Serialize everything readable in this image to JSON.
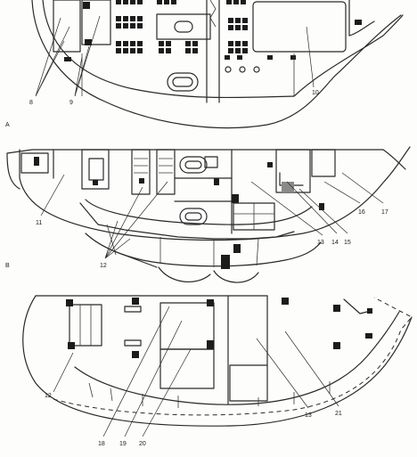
{
  "panels": [
    {
      "id": "top",
      "letter": "",
      "callouts": [
        {
          "text": "8"
        },
        {
          "text": "9"
        },
        {
          "text": "10"
        }
      ]
    },
    {
      "id": "middle",
      "letter": "A",
      "callouts": [
        {
          "text": "11"
        },
        {
          "text": "12"
        },
        {
          "text": "13"
        },
        {
          "text": "14"
        },
        {
          "text": "15"
        },
        {
          "text": "16"
        },
        {
          "text": "17"
        }
      ]
    },
    {
      "id": "bottom",
      "letter": "B",
      "callouts": [
        {
          "text": "12"
        },
        {
          "text": "18"
        },
        {
          "text": "19"
        },
        {
          "text": "20"
        },
        {
          "text": "21"
        },
        {
          "text": "13"
        }
      ]
    }
  ]
}
